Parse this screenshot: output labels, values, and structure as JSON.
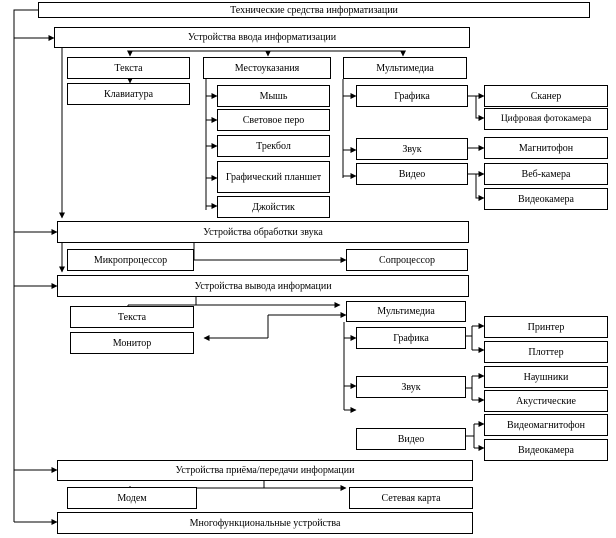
{
  "title": "Технические средства информатизации",
  "input": {
    "header": "Устройства ввода информатизации",
    "text": "Текста",
    "keyboard": "Клавиатура",
    "position": "Местоуказания",
    "mouse": "Мышь",
    "light_pen": "Световое перо",
    "trackball": "Трекбол",
    "graphics_tablet": "Графический планшет",
    "joystick": "Джойстик",
    "multimedia": "Мультимедиа",
    "graphics": "Графика",
    "scanner": "Сканер",
    "digital_camera": "Цифровая фотокамера",
    "sound": "Звук",
    "tape_recorder": "Магнитофон",
    "video": "Видео",
    "webcam": "Веб-камера",
    "video_camera": "Видеокамера"
  },
  "processing": {
    "header": "Устройства обработки звука",
    "microprocessor": "Микропроцессор",
    "coprocessor": "Сопроцессор"
  },
  "output": {
    "header": "Устройства вывода информации",
    "text": "Текста",
    "monitor": "Монитор",
    "multimedia": "Мультимедиа",
    "graphics": "Графика",
    "printer": "Принтер",
    "plotter": "Плоттер",
    "sound": "Звук",
    "headphones": "Наушники",
    "acoustic": "Акустические",
    "video": "Видео",
    "vcr": "Видеомагнитофон",
    "video_camera": "Видеокамера"
  },
  "transfer": {
    "header": "Устройства приёма/передачи информации",
    "modem": "Модем",
    "network_card": "Сетевая карта"
  },
  "multifunction": {
    "header": "Многофункциональные устройства"
  }
}
